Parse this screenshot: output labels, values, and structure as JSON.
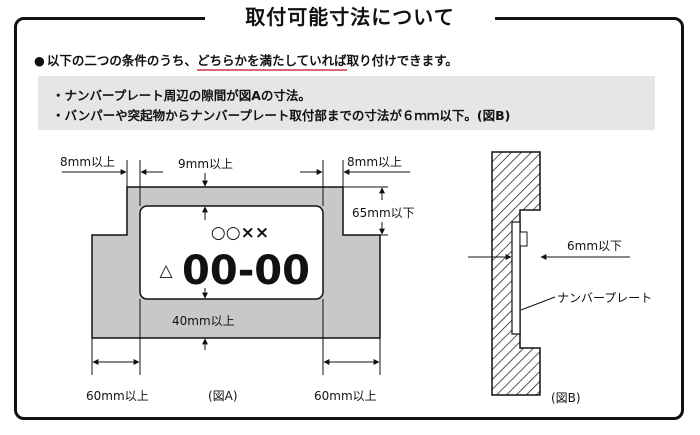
{
  "title": "取付可能寸法について",
  "intro": {
    "bullet": "●",
    "before": "以下の二つの条件のうち、",
    "underlined": "どちらかを満たしていれば",
    "after": "取り付けできます。"
  },
  "conditions": [
    "・ナンバープレート周辺の隙間が図Aの寸法。",
    "・バンパーや突起物からナンバープレート取付部までの寸法が６ｍｍ以下。(図B)"
  ],
  "figure_a": {
    "dim_top_left": "8mm以上",
    "dim_top_center": "9mm以上",
    "dim_top_right": "8mm以上",
    "dim_right": "65mm以下",
    "dim_bottom_center": "40mm以上",
    "dim_bottom_left": "60mm以上",
    "dim_bottom_right": "60mm以上",
    "plate_top": "○○××",
    "plate_triangle": "△",
    "plate_number": "00-00",
    "caption": "(図A)"
  },
  "figure_b": {
    "dim": "6mm以下",
    "plate_label": "ナンバープレート",
    "caption": "(図B)"
  },
  "colors": {
    "border": "#111111",
    "recess_gray": "#c8c8c8",
    "condition_bg": "#e6e6e6",
    "underline": "#d9667a"
  }
}
